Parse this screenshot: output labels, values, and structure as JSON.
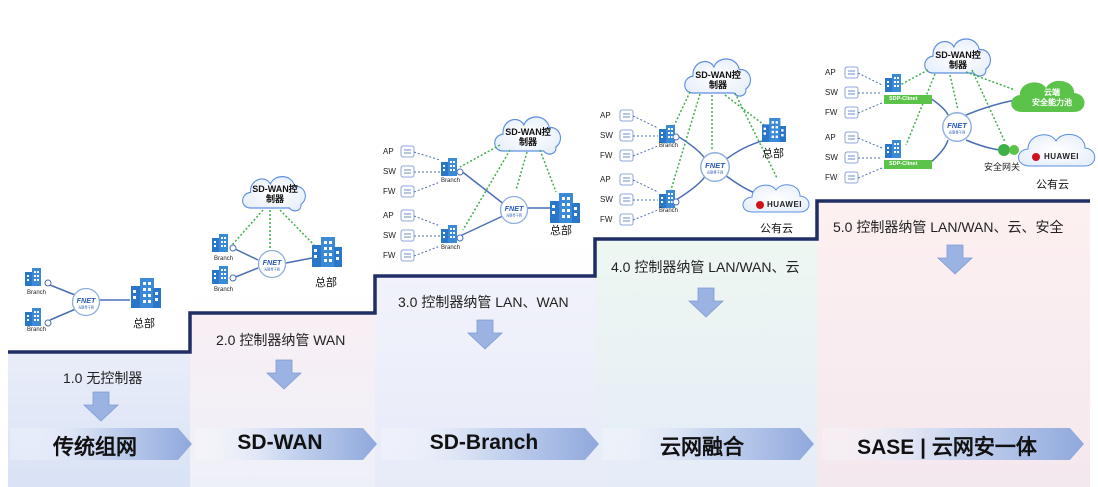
{
  "stages": [
    {
      "desc": "1.0 无控制器",
      "title": "传统组网"
    },
    {
      "desc": "2.0 控制器纳管 WAN",
      "title": "SD-WAN"
    },
    {
      "desc": "3.0 控制器纳管 LAN、WAN",
      "title": "SD-Branch"
    },
    {
      "desc": "4.0 控制器纳管 LAN/WAN、云",
      "title": "云网融合"
    },
    {
      "desc": "5.0 控制器纳管 LAN/WAN、云、安全",
      "title": "SASE | 云网安一体"
    }
  ],
  "labels": {
    "controller": "SD-WAN控\n制器",
    "hq": "总部",
    "branch": "Branch",
    "fnet": "FNET",
    "fnet_sub": "光联骨干网",
    "ap": "AP",
    "sw": "SW",
    "fw": "FW",
    "public_cloud": "公有云",
    "huawei": "HUAWEI",
    "cloud_security": "云端\n安全能力池",
    "sdp_clinet": "SDP-Clinet",
    "security_gateway": "安全网关"
  },
  "colors": {
    "stage_text": "#222222",
    "arrow_blue": "#9bb3e2",
    "link_blue": "#4a6fb5",
    "controller_green": "#3db04a",
    "cloud_green": "#5cc34a",
    "building_blue": "#2a76c8"
  }
}
